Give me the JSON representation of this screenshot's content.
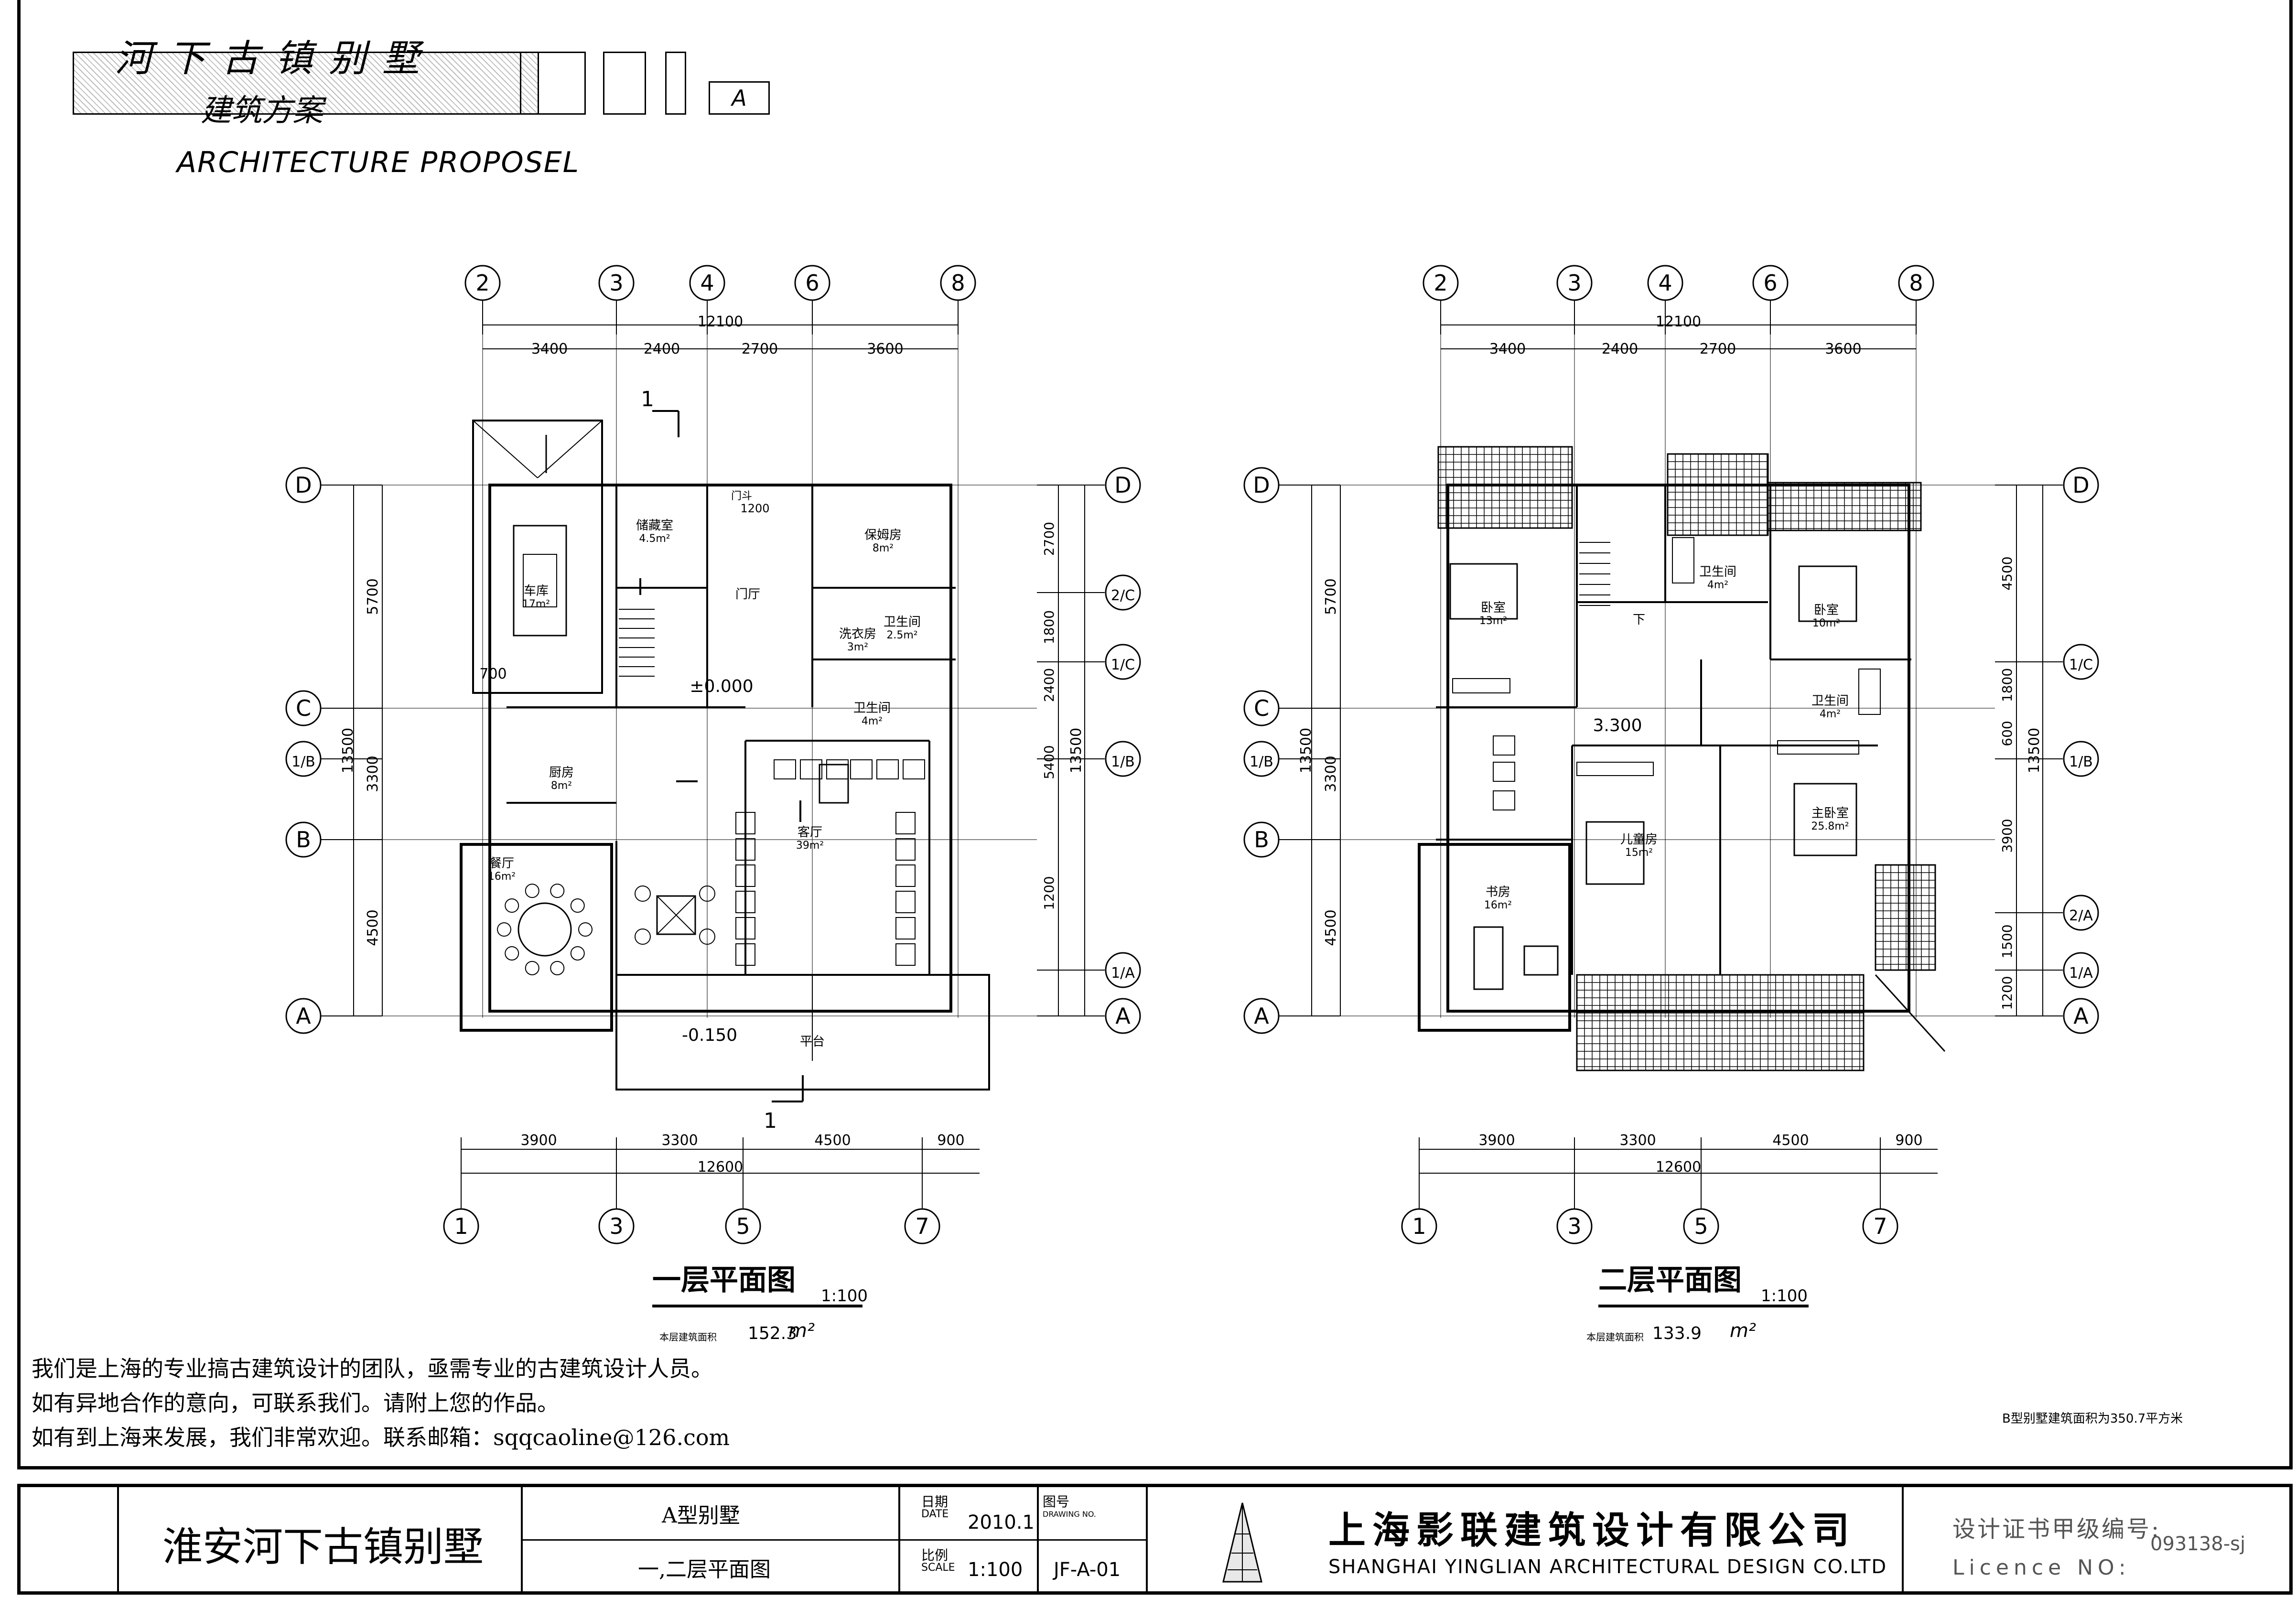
{
  "header": {
    "title_cn": "河下古镇别墅",
    "subtitle_cn": "建筑方案",
    "title_en": "ARCHITECTURE PROPOSEL",
    "type_tag": "A"
  },
  "plan_left": {
    "title": "一层平面图",
    "scale": "1:100",
    "area_label": "本层建筑面积",
    "area_value": "152.3",
    "area_unit": "m²",
    "top_axes": [
      "2",
      "3",
      "4",
      "6",
      "8"
    ],
    "bottom_axes": [
      "1",
      "3",
      "5",
      "7"
    ],
    "top_total": "12100",
    "top_dims": [
      "3400",
      "2400",
      "2700",
      "3600"
    ],
    "bottom_total": "12600",
    "bottom_dims": [
      "3900",
      "3300",
      "4500",
      "900"
    ],
    "left_axes": [
      "D",
      "C",
      "1/B",
      "B",
      "A"
    ],
    "right_axes": [
      "D",
      "2/C",
      "1/C",
      "1/B",
      "1/A",
      "A"
    ],
    "left_total": "13500",
    "left_dims": [
      "5700",
      "3300",
      "4500"
    ],
    "right_dims": [
      "2700",
      "1800",
      "2400",
      "5400",
      "1200"
    ],
    "rooms": [
      {
        "name": "车库",
        "area": "17m²"
      },
      {
        "name": "储藏室",
        "area": "4.5m²"
      },
      {
        "name": "门厅",
        "area": ""
      },
      {
        "name": "保姆房",
        "area": "8m²"
      },
      {
        "name": "洗衣房",
        "area": "3m²"
      },
      {
        "name": "卫生间",
        "area": "2.5m²"
      },
      {
        "name": "卫生间",
        "area": "4m²"
      },
      {
        "name": "厨房",
        "area": "8m²"
      },
      {
        "name": "餐厅",
        "area": "16m²"
      },
      {
        "name": "客厅",
        "area": "39m²"
      },
      {
        "name": "平台",
        "area": ""
      }
    ],
    "elev_main": "±0.000",
    "elev_terrace": "-0.150",
    "dim_700": "700",
    "dim_1200": "1200",
    "section_mark": "1"
  },
  "plan_right": {
    "title": "二层平面图",
    "scale": "1:100",
    "area_label": "本层建筑面积",
    "area_value": "133.9",
    "area_unit": "m²",
    "top_axes": [
      "2",
      "3",
      "4",
      "6",
      "8"
    ],
    "bottom_axes": [
      "1",
      "3",
      "5",
      "7"
    ],
    "top_total": "12100",
    "top_dims": [
      "3400",
      "2400",
      "2700",
      "3600"
    ],
    "bottom_total": "12600",
    "bottom_dims": [
      "3900",
      "3300",
      "4500",
      "900"
    ],
    "left_axes": [
      "D",
      "C",
      "1/B",
      "B",
      "A"
    ],
    "right_axes": [
      "D",
      "1/C",
      "1/B",
      "2/A",
      "1/A",
      "A"
    ],
    "left_total": "13500",
    "right_total": "13500",
    "left_dims": [
      "5700",
      "3300",
      "4500"
    ],
    "right_dims": [
      "4500",
      "1800",
      "600",
      "3900",
      "1500",
      "1200"
    ],
    "rooms": [
      {
        "name": "卧室",
        "area": "13m²"
      },
      {
        "name": "卫生间",
        "area": "4m²"
      },
      {
        "name": "卧室",
        "area": "10m²"
      },
      {
        "name": "卫生间",
        "area": "4m²"
      },
      {
        "name": "主卧室",
        "area": "25.8m²"
      },
      {
        "name": "儿童房",
        "area": "15m²"
      },
      {
        "name": "书房",
        "area": "16m²"
      }
    ],
    "elev_upper": "3.300",
    "stair_label": "下"
  },
  "notes": [
    "我们是上海的专业搞古建筑设计的团队，亟需专业的古建筑设计人员。",
    "如有异地合作的意向，可联系我们。请附上您的作品。",
    "如有到上海来发展，我们非常欢迎。联系邮箱：sqqcaoline@126.com"
  ],
  "total_area_note": "B型别墅建筑面积为350.7平方米",
  "title_block": {
    "project": "淮安河下古镇别墅",
    "drawing_type": "A型别墅",
    "drawing_name": "一,二层平面图",
    "date_label_cn": "日期",
    "date_label_en": "DATE",
    "date_value": "2010.1",
    "drawing_no_label_cn": "图号",
    "drawing_no_label_en": "DRAWING NO.",
    "drawing_no_value": "JF-A-01",
    "scale_label_cn": "比例",
    "scale_label_en": "SCALE",
    "scale_value": "1:100",
    "company_cn": "上海影联建筑设计有限公司",
    "company_en": "SHANGHAI YINGLIAN ARCHITECTURAL DESIGN CO.LTD",
    "licence_label_cn": "设计证书甲级编号:",
    "licence_label_en": "Licence NO:",
    "licence_value": "093138-sj"
  }
}
